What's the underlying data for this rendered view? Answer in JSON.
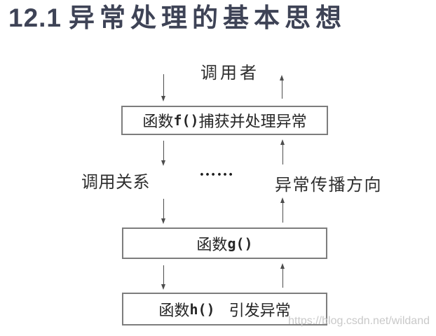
{
  "title": {
    "number": "12.1",
    "text": "异常处理的基本思想"
  },
  "diagram": {
    "caller_label": "调用者",
    "call_relation_label": "调用关系",
    "ellipsis": "……",
    "propagation_label": "异常传播方向",
    "box_f": {
      "prefix": "函数",
      "code": "f()",
      "suffix": "捕获并处理异常"
    },
    "box_g": {
      "prefix": "函数",
      "code": "g()"
    },
    "box_h": {
      "prefix": "函数",
      "code": "h()",
      "suffix": "引发异常"
    }
  },
  "watermark": "https://blog.csdn.net/wildand",
  "colors": {
    "title": "#3e4356",
    "box_border": "#7d7d7d",
    "diagram_text": "#262626",
    "arrow": "#4d4d4d",
    "watermark": "#c9c9c9",
    "background": "#ffffff"
  }
}
